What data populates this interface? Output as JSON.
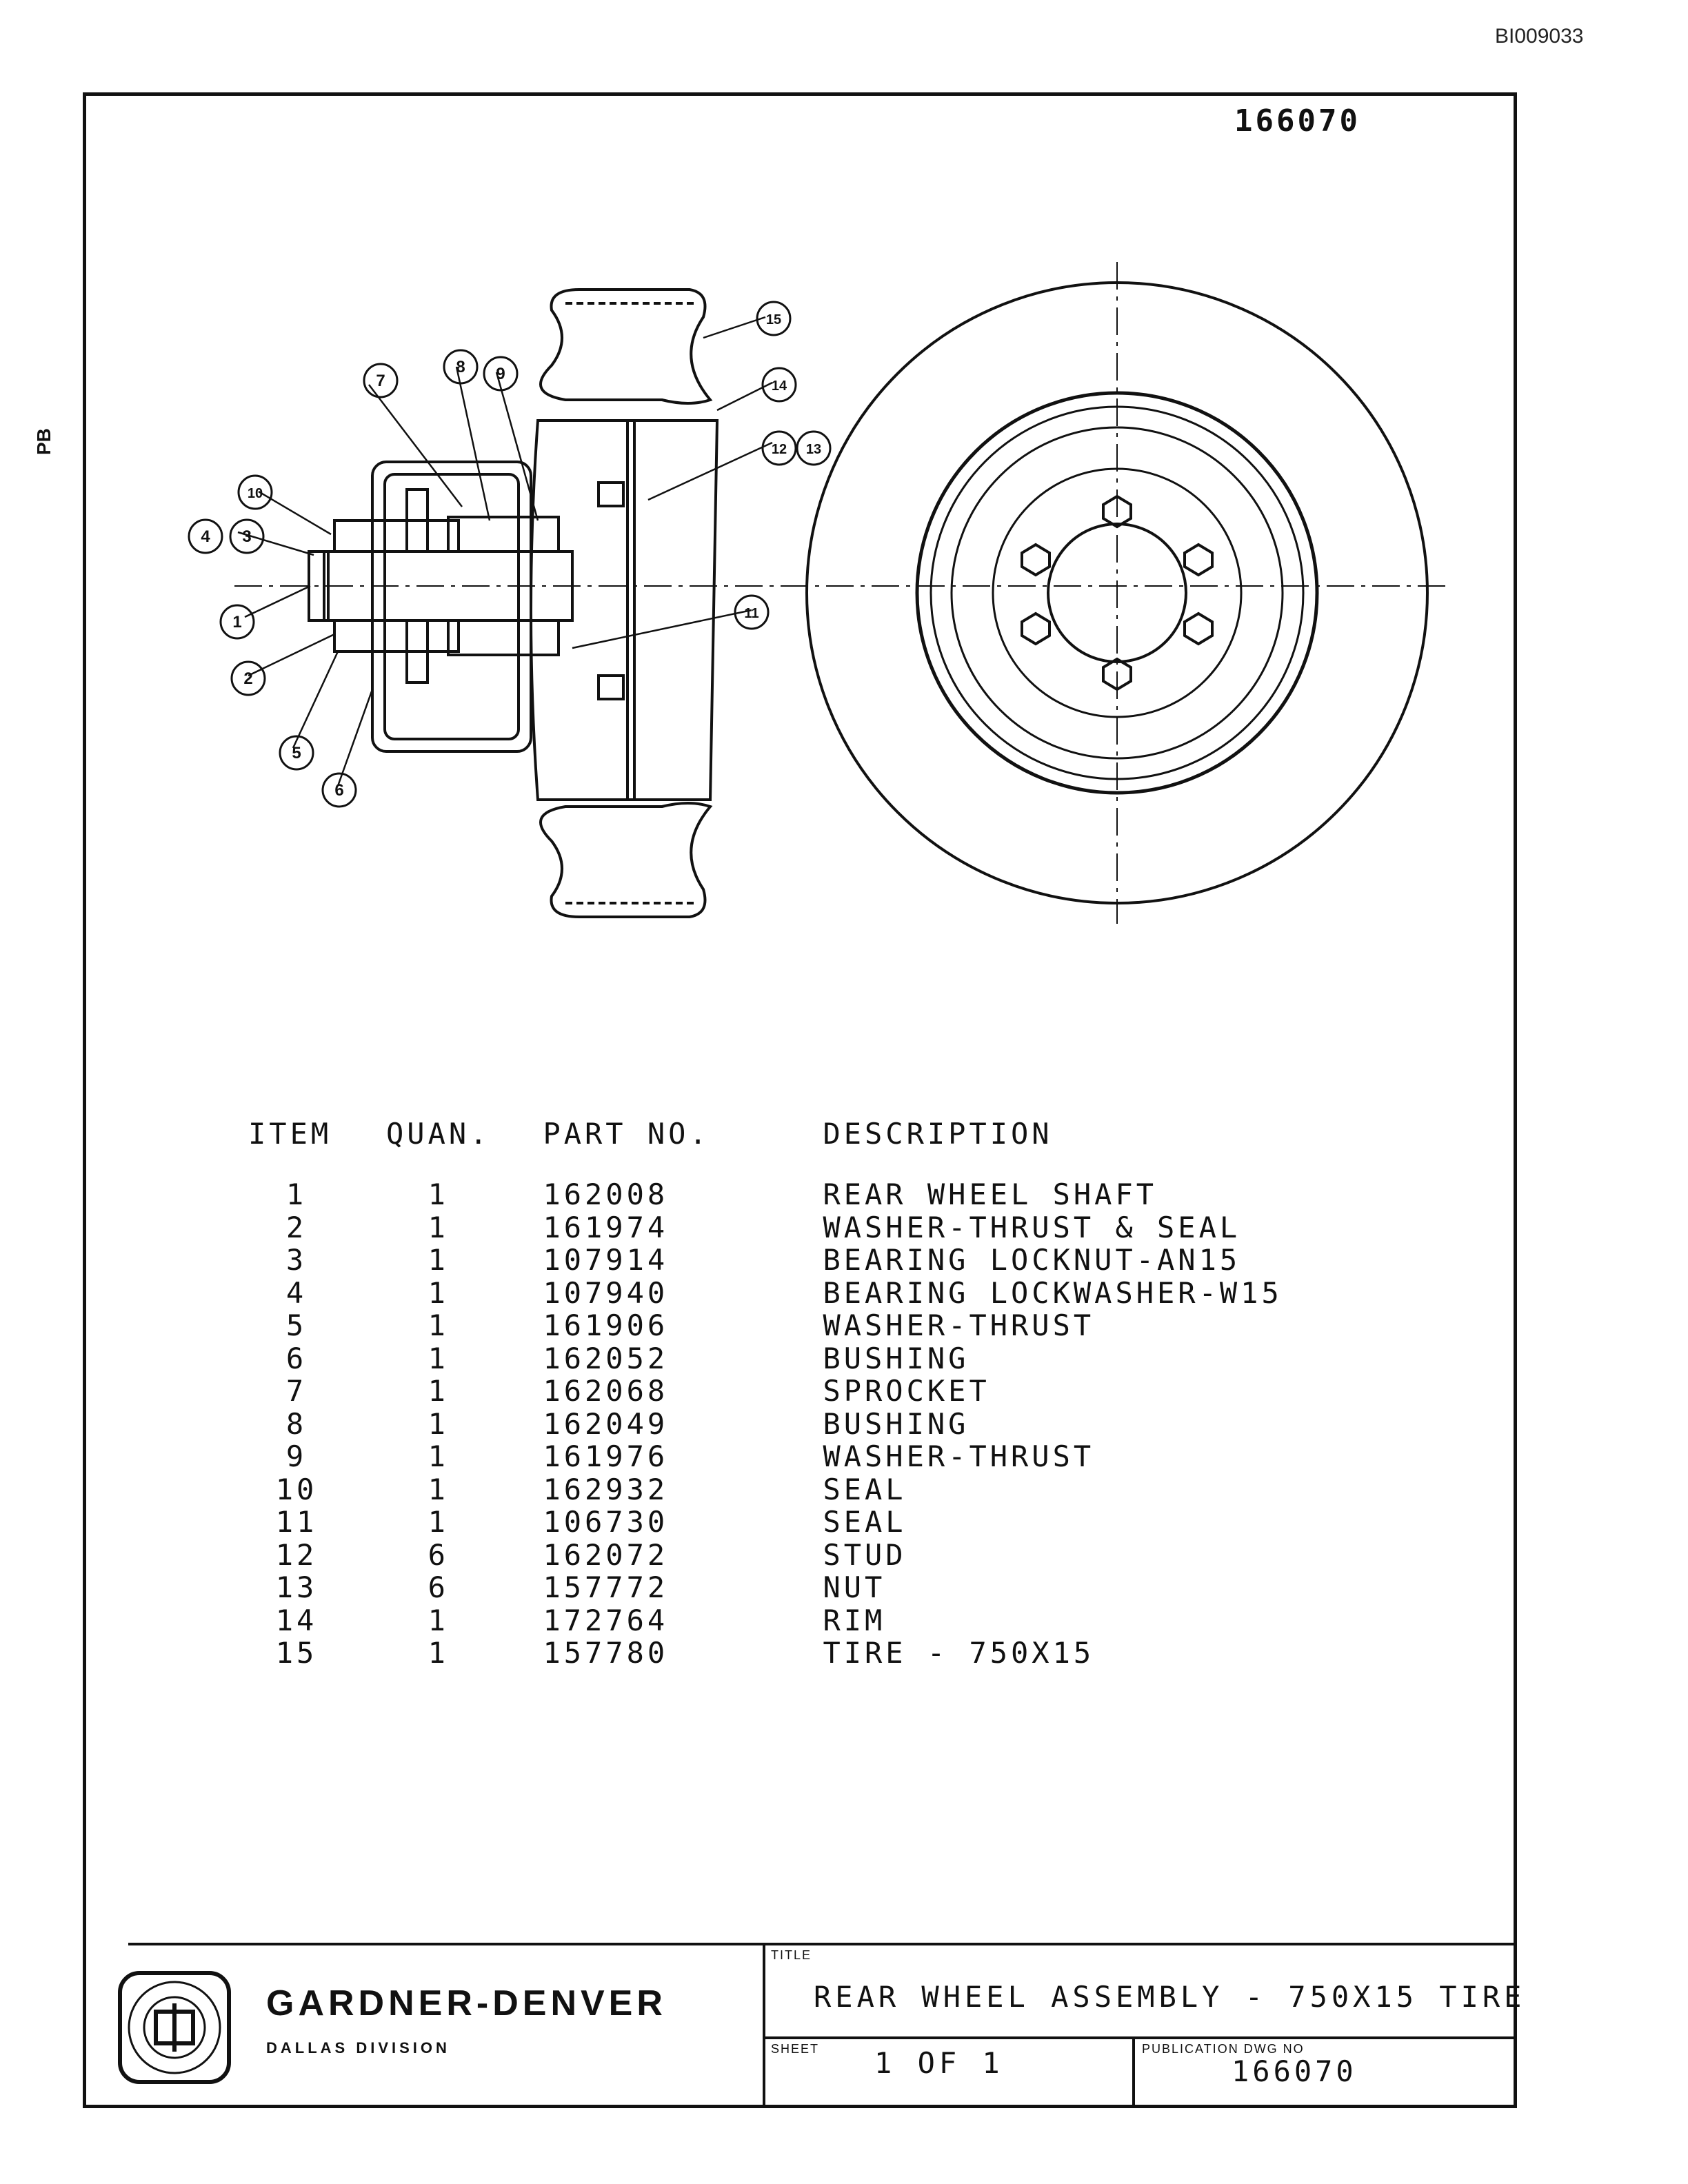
{
  "header": {
    "doc_id": "BI009033",
    "side_mark": "PB",
    "drawing_number_top": "166070"
  },
  "drawing": {
    "callouts": [
      "1",
      "2",
      "3",
      "4",
      "5",
      "6",
      "7",
      "8",
      "9",
      "10",
      "11",
      "12",
      "13",
      "14",
      "15"
    ]
  },
  "parts_table": {
    "columns": [
      "ITEM",
      "QUAN.",
      "PART NO.",
      "DESCRIPTION"
    ],
    "rows": [
      {
        "item": "1",
        "quan": "1",
        "part_no": "162008",
        "description": "REAR WHEEL SHAFT"
      },
      {
        "item": "2",
        "quan": "1",
        "part_no": "161974",
        "description": "WASHER-THRUST & SEAL"
      },
      {
        "item": "3",
        "quan": "1",
        "part_no": "107914",
        "description": "BEARING LOCKNUT-AN15"
      },
      {
        "item": "4",
        "quan": "1",
        "part_no": "107940",
        "description": "BEARING LOCKWASHER-W15"
      },
      {
        "item": "5",
        "quan": "1",
        "part_no": "161906",
        "description": "WASHER-THRUST"
      },
      {
        "item": "6",
        "quan": "1",
        "part_no": "162052",
        "description": "BUSHING"
      },
      {
        "item": "7",
        "quan": "1",
        "part_no": "162068",
        "description": "SPROCKET"
      },
      {
        "item": "8",
        "quan": "1",
        "part_no": "162049",
        "description": "BUSHING"
      },
      {
        "item": "9",
        "quan": "1",
        "part_no": "161976",
        "description": "WASHER-THRUST"
      },
      {
        "item": "10",
        "quan": "1",
        "part_no": "162932",
        "description": "SEAL"
      },
      {
        "item": "11",
        "quan": "1",
        "part_no": "106730",
        "description": "SEAL"
      },
      {
        "item": "12",
        "quan": "6",
        "part_no": "162072",
        "description": "STUD"
      },
      {
        "item": "13",
        "quan": "6",
        "part_no": "157772",
        "description": "NUT"
      },
      {
        "item": "14",
        "quan": "1",
        "part_no": "172764",
        "description": "RIM"
      },
      {
        "item": "15",
        "quan": "1",
        "part_no": "157780",
        "description": "TIRE - 750X15"
      }
    ]
  },
  "title_block": {
    "company": "GARDNER-DENVER",
    "division": "DALLAS DIVISION",
    "title_label": "TITLE",
    "title": "REAR WHEEL ASSEMBLY - 750X15 TIRE",
    "sheet_label": "SHEET",
    "sheet": "1 OF 1",
    "publication_label": "PUBLICATION DWG NO",
    "publication_no": "166070"
  }
}
